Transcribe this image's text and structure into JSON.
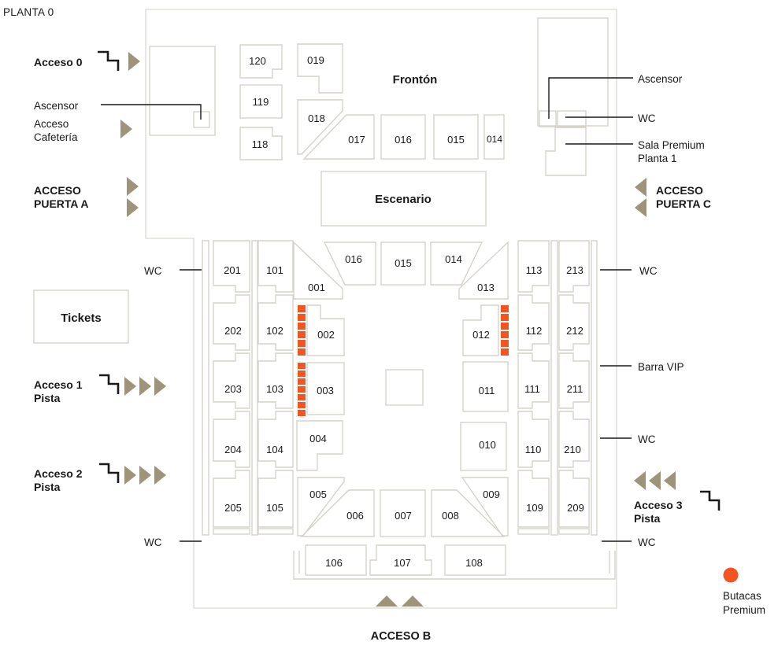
{
  "title": "PLANTA 0",
  "colors": {
    "premium_orange": "#f25422",
    "arrow_olive": "#9d9479",
    "outline_gray": "#d5d2ca",
    "ink": "#1a1a1a"
  },
  "venue": {
    "fronton": "Frontón",
    "escenario": "Escenario",
    "tickets": "Tickets"
  },
  "labels": {
    "wc": "WC",
    "ascensor": "Ascensor",
    "acceso_0": "Acceso 0",
    "cafeteria_line1": "Acceso",
    "cafeteria_line2": "Cafetería",
    "puerta_a_line1": "ACCESO",
    "puerta_a_line2": "PUERTA A",
    "puerta_c_line1": "ACCESO",
    "puerta_c_line2": "PUERTA C",
    "sala_premium_line1": "Sala Premium",
    "sala_premium_line2": "Planta 1",
    "barra_vip": "Barra VIP",
    "acceso_1": "Acceso 1",
    "acceso_2": "Acceso 2",
    "acceso_3": "Acceso 3",
    "pista": "Pista",
    "acceso_b": "ACCESO B",
    "butacas_line1": "Butacas",
    "butacas_line2": "Premium"
  },
  "sections": {
    "s120": "120",
    "s119": "119",
    "s118": "118",
    "s019": "019",
    "s018": "018",
    "s017": "017",
    "t016": "016",
    "t015": "015",
    "t014": "014",
    "i016": "016",
    "i015": "015",
    "i014": "014",
    "s001": "001",
    "s002": "002",
    "s003": "003",
    "s004": "004",
    "s005": "005",
    "s006": "006",
    "s007": "007",
    "s008": "008",
    "s009": "009",
    "s010": "010",
    "s011": "011",
    "s012": "012",
    "s013": "013",
    "s101": "101",
    "s102": "102",
    "s103": "103",
    "s104": "104",
    "s105": "105",
    "s106": "106",
    "s107": "107",
    "s108": "108",
    "s109": "109",
    "s110": "110",
    "s111": "111",
    "s112": "112",
    "s113": "113",
    "s201": "201",
    "s202": "202",
    "s203": "203",
    "s204": "204",
    "s205": "205",
    "s209": "209",
    "s210": "210",
    "s211": "211",
    "s212": "212",
    "s213": "213"
  }
}
